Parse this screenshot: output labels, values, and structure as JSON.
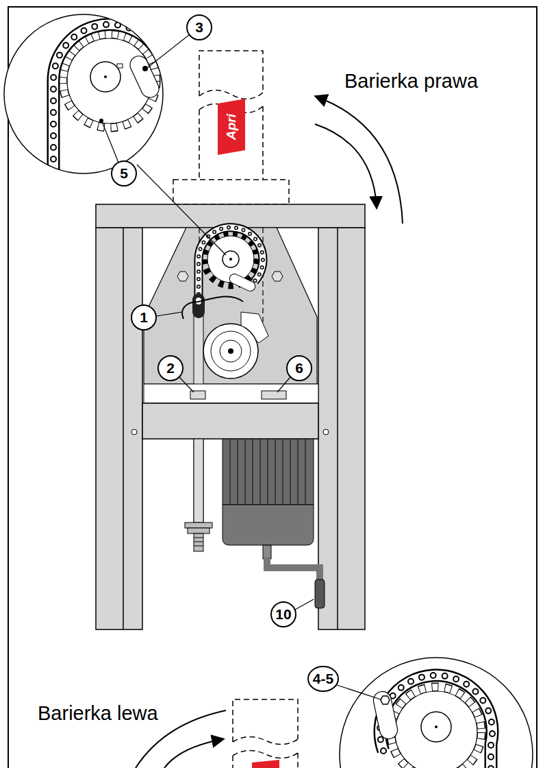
{
  "diagram": {
    "labels": [
      "3",
      "Barierka prawa",
      "Apri",
      "5",
      "1",
      "2",
      "6",
      "10",
      "4-5",
      "Barierka lewa"
    ]
  }
}
